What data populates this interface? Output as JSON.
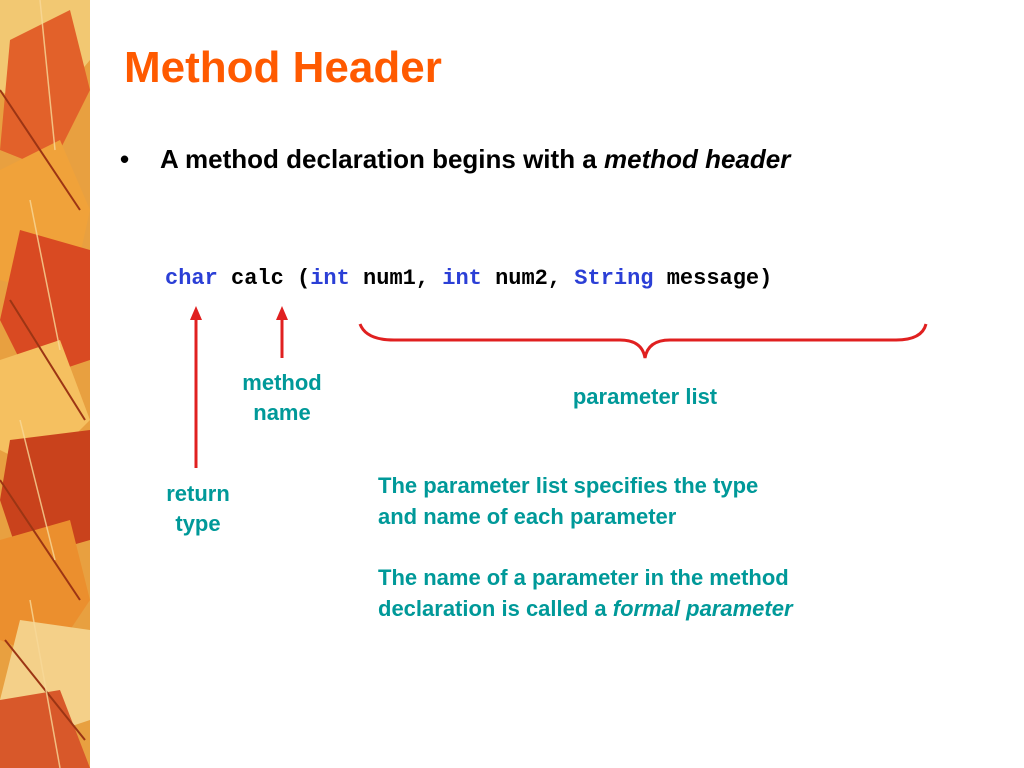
{
  "slide": {
    "title": "Method Header",
    "bullet": {
      "text": "A method declaration begins with a ",
      "emphasis": "method header"
    },
    "code": {
      "tokens": [
        {
          "text": "char",
          "kind": "keyword"
        },
        {
          "text": " calc (",
          "kind": "plain"
        },
        {
          "text": "int",
          "kind": "keyword"
        },
        {
          "text": " num1, ",
          "kind": "plain"
        },
        {
          "text": "int",
          "kind": "keyword"
        },
        {
          "text": " num2, ",
          "kind": "plain"
        },
        {
          "text": "String",
          "kind": "keyword"
        },
        {
          "text": " message)",
          "kind": "plain"
        }
      ]
    },
    "labels": {
      "method_name_line1": "method",
      "method_name_line2": "name",
      "return_type_line1": "return",
      "return_type_line2": "type",
      "parameter_list": "parameter list"
    },
    "descriptions": {
      "p1_line1": "The parameter list specifies the type",
      "p1_line2": "and name of each parameter",
      "p2_line1": "The name of a parameter in the method",
      "p2_line2_text": "declaration is called a ",
      "p2_line2_emphasis": "formal parameter"
    },
    "colors": {
      "title": "#ff5a00",
      "keyword": "#2b3fd6",
      "annotation": "#009999",
      "arrow": "#e02020"
    }
  }
}
